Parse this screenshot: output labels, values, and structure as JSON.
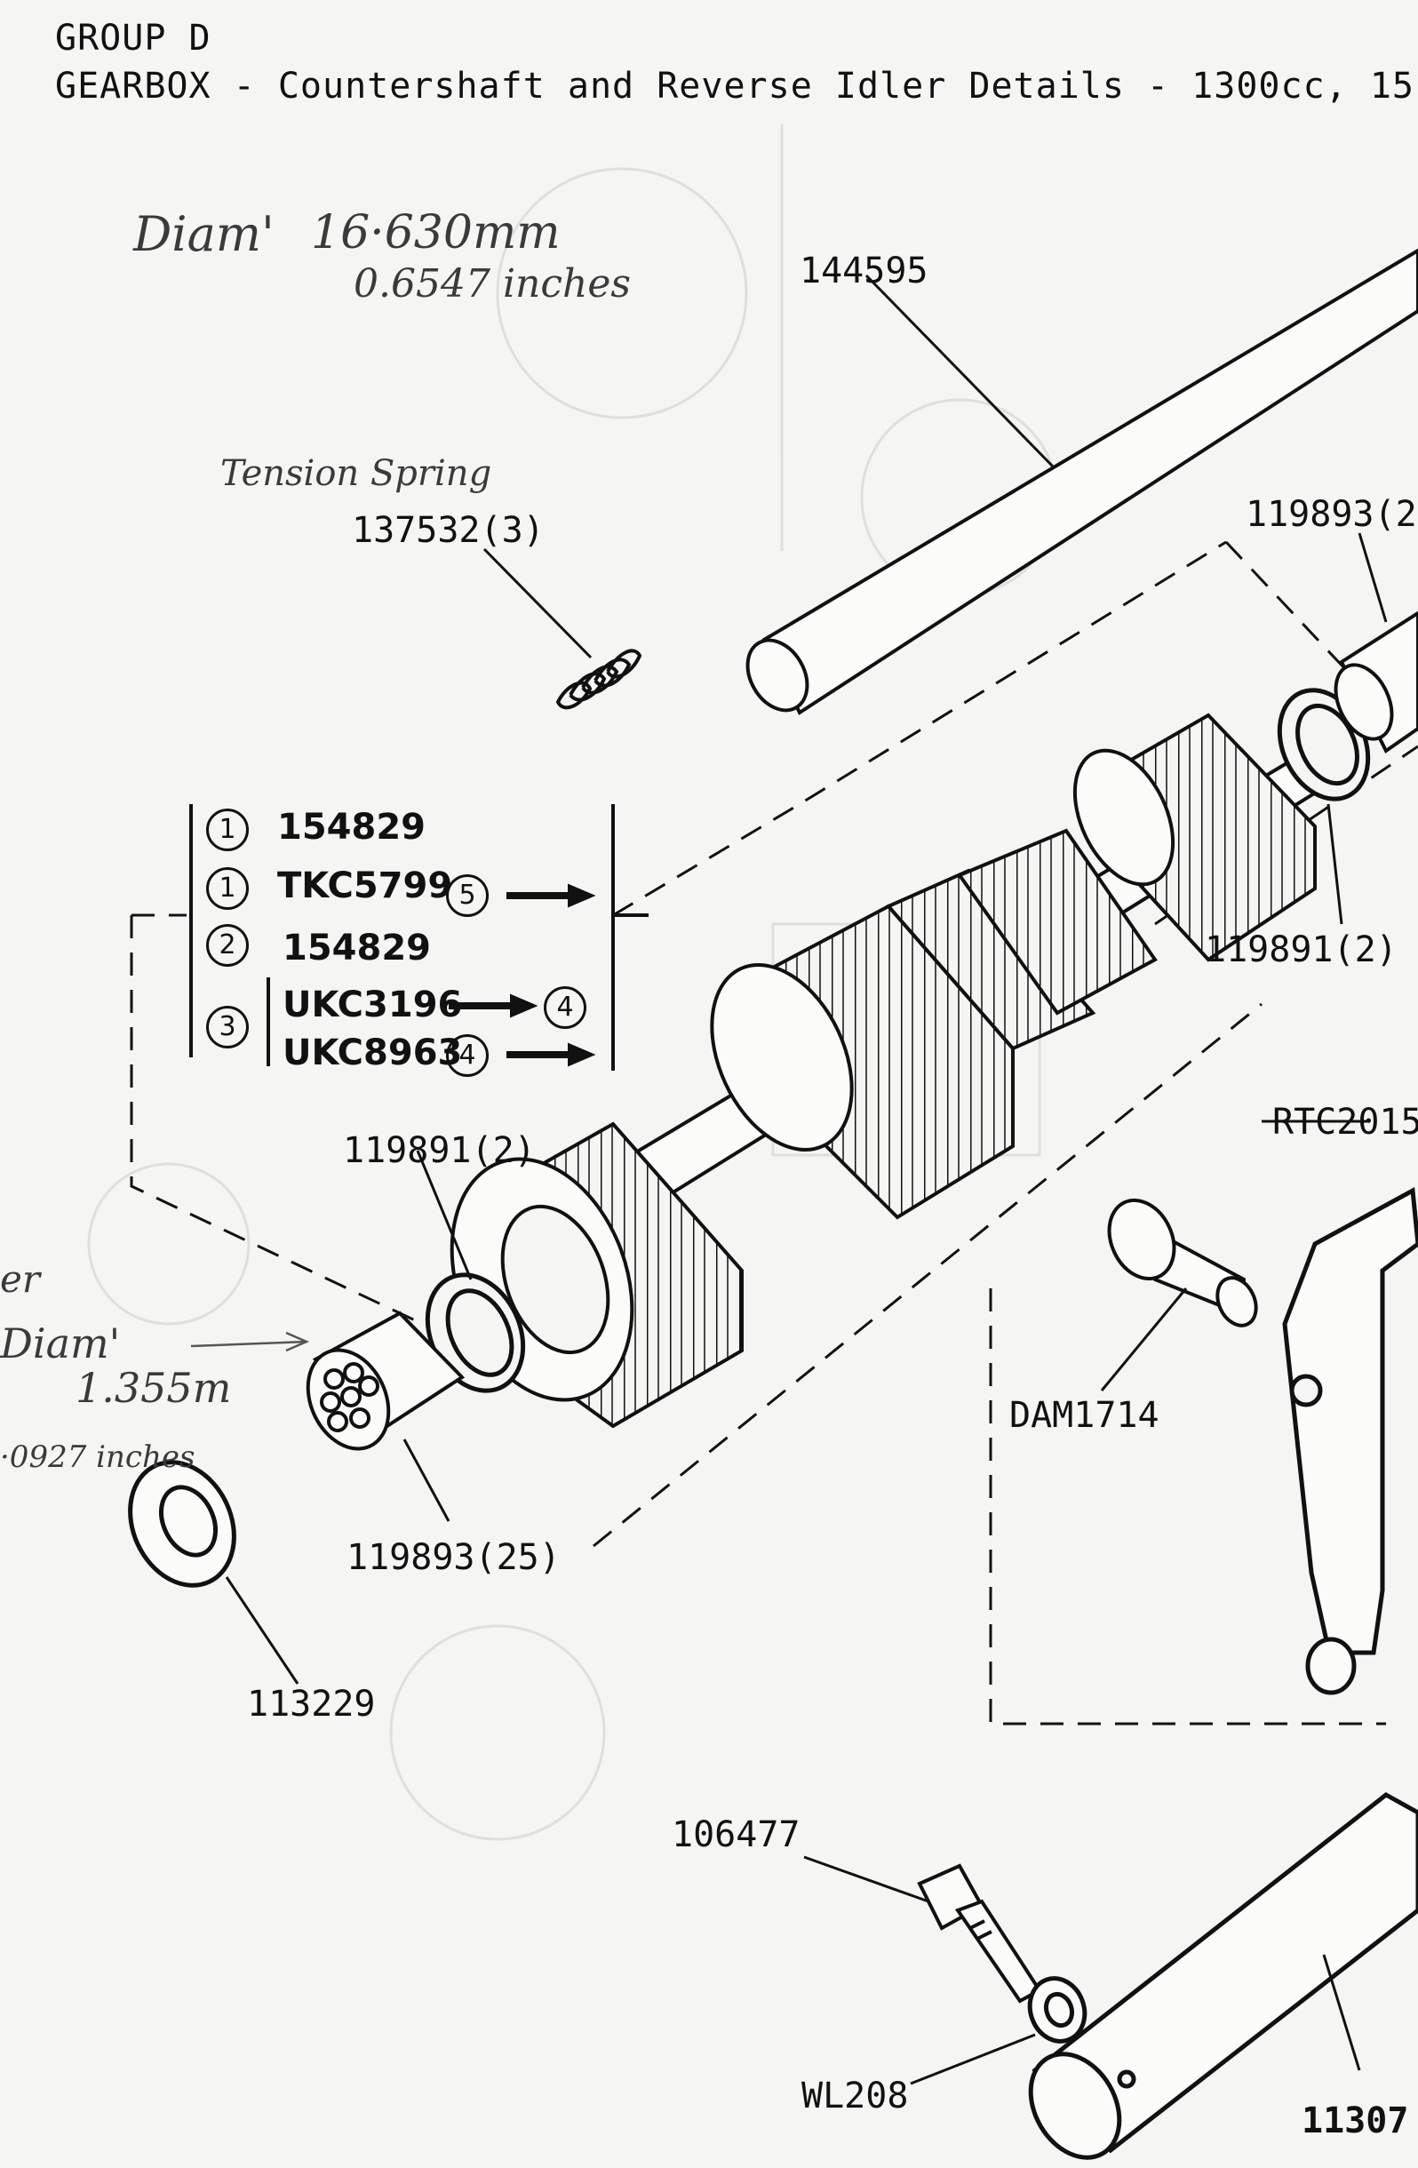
{
  "header": {
    "group": "GROUP D",
    "title": "GEARBOX - Countershaft and Reverse Idler Details - 1300cc, 15"
  },
  "annotations": {
    "diam_label": "Diam'",
    "diam_mm": "16·630mm",
    "diam_inches": "0.6547 inches",
    "tension_spring": "Tension Spring",
    "left_note_1": "er",
    "left_diam": "Diam'",
    "left_mm": "1.355m",
    "left_inches": "·0927 inches"
  },
  "parts": {
    "p144595": "144595",
    "p137532": "137532(3)",
    "p119893_top": "119893(2",
    "p119891_right": "119891(2)",
    "p119891_left": "119891(2)",
    "p119893_25": "119893(25)",
    "p113229": "113229",
    "rtc2015": "RTC2015",
    "dam1714": "DAM1714",
    "p106477": "106477",
    "wl208": "WL208",
    "p1130": "11307"
  },
  "options": [
    {
      "num": "1",
      "part": "154829"
    },
    {
      "num": "1",
      "part": "TKC5799",
      "ref": "5"
    },
    {
      "num": "2",
      "part": "154829"
    },
    {
      "num": "3",
      "part": "UKC3196",
      "ref": "4"
    },
    {
      "num": "",
      "part": "UKC8963",
      "ref": "4"
    }
  ]
}
